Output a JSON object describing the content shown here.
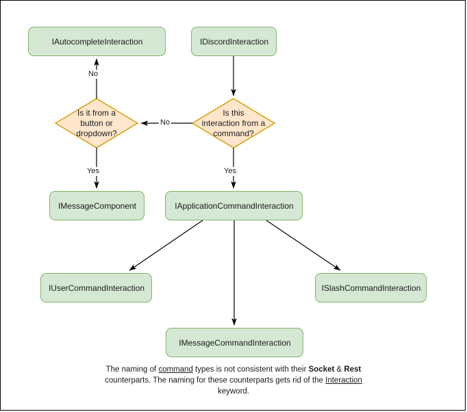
{
  "diagram": {
    "title": "Discord Interaction type hierarchy flowchart",
    "colors": {
      "process_fill": "#d5e8d4",
      "process_stroke": "#82b366",
      "decision_fill": "#ffe6cc",
      "decision_stroke": "#d79b00",
      "edge_stroke": "#000000",
      "text": "#1a1a1a",
      "frame_border": "#000000",
      "background": "#ffffff"
    },
    "nodes": {
      "autocomplete": {
        "label": "IAutocompleteInteraction",
        "shape": "process"
      },
      "discord": {
        "label": "IDiscordInteraction",
        "shape": "process"
      },
      "decision_button": {
        "label": "Is it from a button or dropdown?",
        "line1": "Is it from a",
        "line2": "button or",
        "line3": "dropdown?",
        "shape": "decision"
      },
      "decision_command": {
        "label": "Is this interaction from a command?",
        "line1": "Is this",
        "line2": "interaction from a",
        "line3": "command?",
        "shape": "decision"
      },
      "message_component": {
        "label": "IMessageComponent",
        "shape": "process"
      },
      "application_command": {
        "label": "IApplicationCommandInteraction",
        "shape": "process"
      },
      "user_command": {
        "label": "IUserCommandInteraction",
        "shape": "process"
      },
      "slash_command": {
        "label": "ISlashCommandInteraction",
        "shape": "process"
      },
      "message_command": {
        "label": "IMessageCommandInteraction",
        "shape": "process"
      }
    },
    "edge_labels": {
      "no_up": "No",
      "no_left": "No",
      "yes_left": "Yes",
      "yes_right": "Yes"
    },
    "caption": {
      "line1_a": "The naming of ",
      "line1_u": "command",
      "line1_b": " types is not consistent with their",
      "line2_a": "",
      "line2_b1": "Socket",
      "line2_amp": " & ",
      "line2_b2": "Rest",
      "line2_c": " counterparts. The naming for these",
      "line3_a": "counterparts gets rid of the ",
      "line3_u": "Interaction",
      "line3_b": " keyword."
    }
  }
}
